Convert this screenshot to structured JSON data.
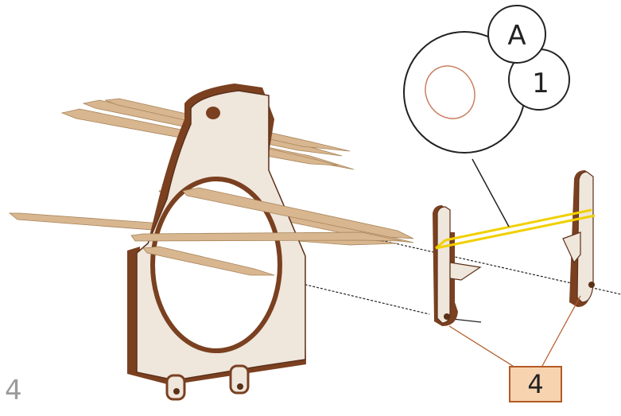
{
  "page_number": "4",
  "part_label": "4",
  "callouts": {
    "circle_letter": "A",
    "circle_number": "1"
  },
  "colors": {
    "wood_face": "#efe6dc",
    "wood_edge": "#7a4020",
    "skewer": "#d8b690",
    "elastic_band": "#f0d000",
    "label_fill": "#f7d3b0",
    "label_border": "#b35a25"
  }
}
